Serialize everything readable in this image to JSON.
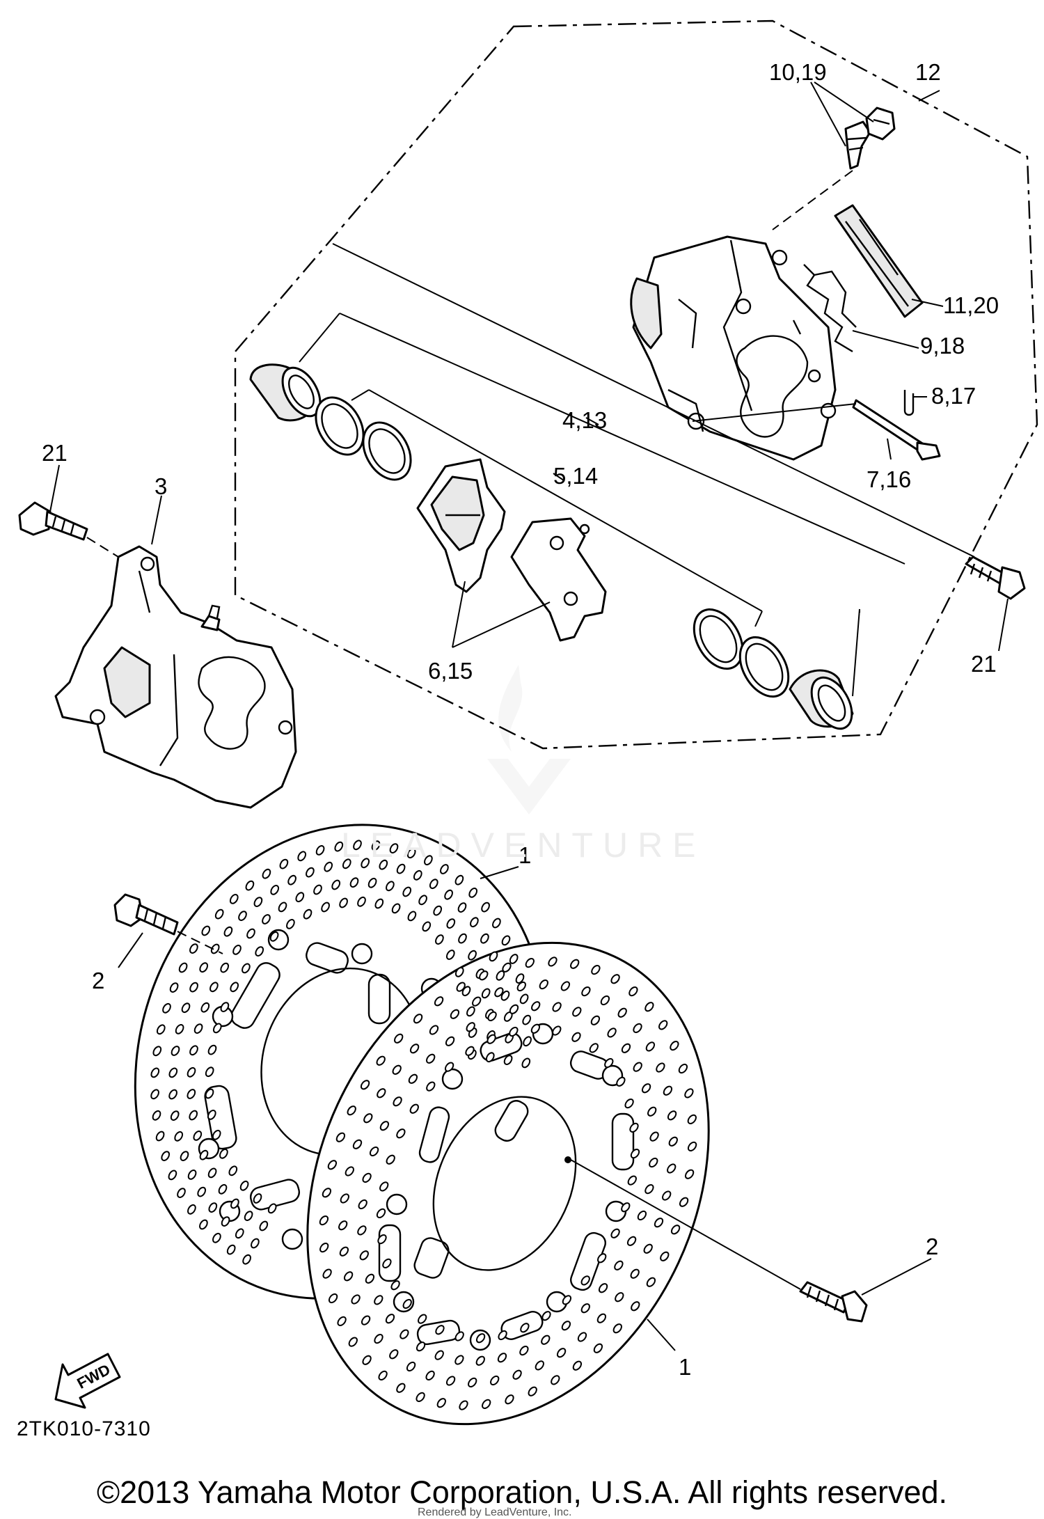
{
  "diagram": {
    "code": "2TK010-7310",
    "copyright": "©2013 Yamaha Motor Corporation, U.S.A. All rights reserved.",
    "render_note": "Rendered by LeadVenture, Inc.",
    "watermark": "LEADVENTURE",
    "direction_arrow_label": "FWD"
  },
  "callouts": {
    "c1_upper": "1",
    "c1_lower": "1",
    "c2_left": "2",
    "c2_right": "2",
    "c3": "3",
    "c4_13": "4,13",
    "c5_14": "5,14",
    "c6_15": "6,15",
    "c7_16": "7,16",
    "c8_17": "8,17",
    "c9_18": "9,18",
    "c10_19": "10,19",
    "c11_20": "11,20",
    "c12": "12",
    "c21_left": "21",
    "c21_right": "21"
  },
  "icons": {
    "direction": "forward-arrow-icon",
    "watermark": "leadventure-flame-logo-icon"
  }
}
